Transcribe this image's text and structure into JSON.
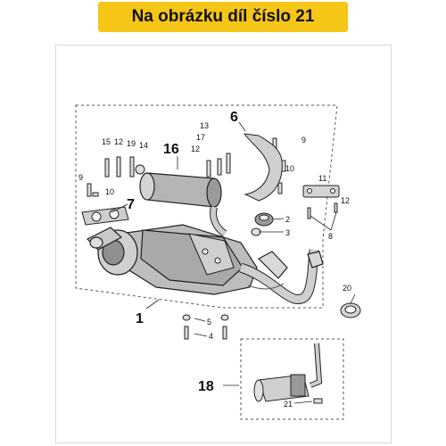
{
  "banner": {
    "text": "Na obrázku díl číslo 21",
    "color": "#f5c518"
  },
  "labels": {
    "p1": "1",
    "p2": "2",
    "p3": "3",
    "p4": "4",
    "p5": "5",
    "p6": "6",
    "p7": "7",
    "p8": "8",
    "p9a": "9",
    "p9b": "9",
    "p10a": "10",
    "p10b": "10",
    "p11": "11",
    "p12a": "12",
    "p12b": "12",
    "p12c": "12",
    "p13": "13",
    "p14": "14",
    "p15": "15",
    "p16": "16",
    "p17": "17",
    "p18": "18",
    "p19": "19",
    "p20": "20",
    "p21": "21"
  }
}
